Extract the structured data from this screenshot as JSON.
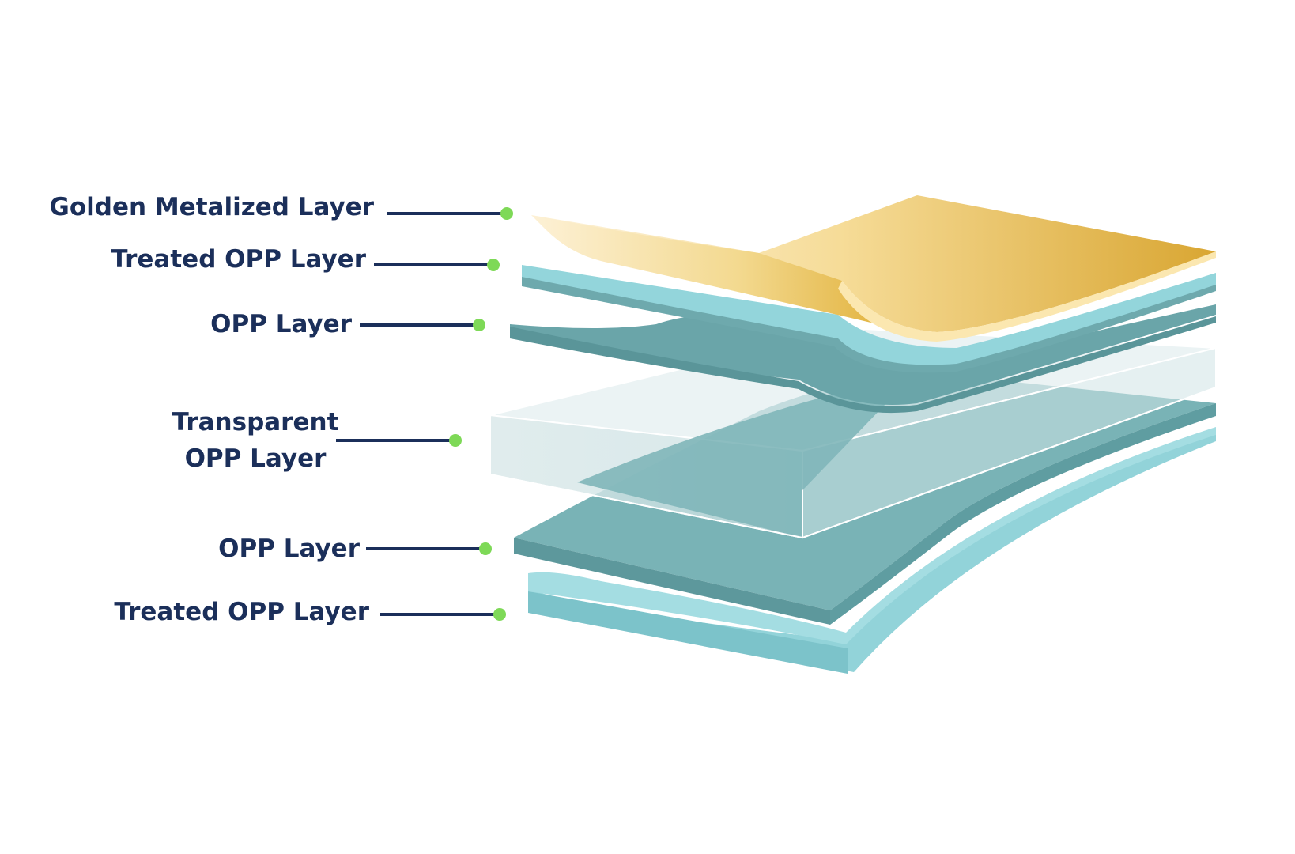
{
  "diagram": {
    "colors": {
      "label_text": "#1b2f5a",
      "leader_line": "#1b2f5a",
      "leader_dot": "#7ed957",
      "gold_light": "#fbecc4",
      "gold_dark": "#dcac36",
      "light_teal": "#93d6dc",
      "mid_teal": "#6ba8ac",
      "dark_teal": "#5d989c",
      "transparent_block": "#cfe2e4"
    },
    "layers": [
      {
        "id": "golden-metalized",
        "label_lines": [
          "Golden Metalized Layer"
        ]
      },
      {
        "id": "treated-opp-top",
        "label_lines": [
          "Treated OPP Layer"
        ]
      },
      {
        "id": "opp-top",
        "label_lines": [
          "OPP Layer"
        ]
      },
      {
        "id": "transparent-opp",
        "label_lines": [
          "Transparent",
          "OPP Layer"
        ]
      },
      {
        "id": "opp-bottom",
        "label_lines": [
          "OPP Layer"
        ]
      },
      {
        "id": "treated-opp-bottom",
        "label_lines": [
          "Treated OPP Layer"
        ]
      }
    ]
  }
}
